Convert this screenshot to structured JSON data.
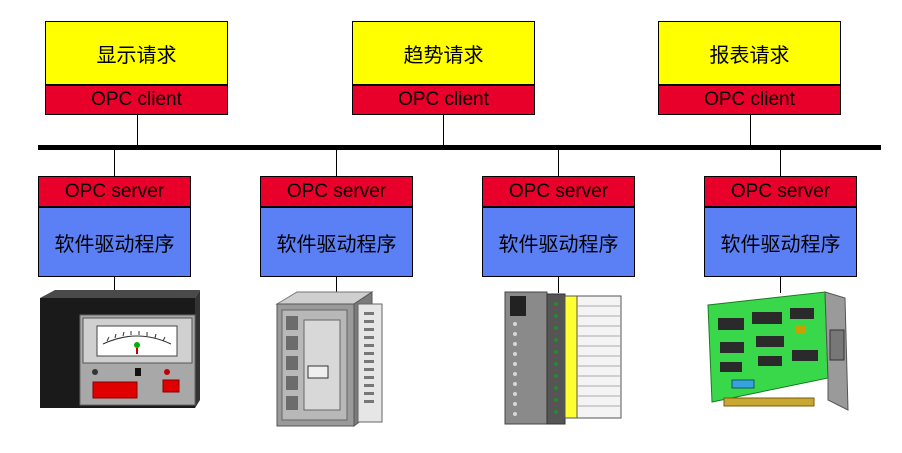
{
  "clients": [
    {
      "request_label": "显示请求",
      "client_label": "OPC client"
    },
    {
      "request_label": "趋势请求",
      "client_label": "OPC client"
    },
    {
      "request_label": "报表请求",
      "client_label": "OPC client"
    }
  ],
  "servers": [
    {
      "server_label": "OPC server",
      "driver_label": "软件驱动程序",
      "device_icon": "panel-meter-icon"
    },
    {
      "server_label": "OPC server",
      "driver_label": "软件驱动程序",
      "device_icon": "plc-rack-icon"
    },
    {
      "server_label": "OPC server",
      "driver_label": "软件驱动程序",
      "device_icon": "io-module-icon"
    },
    {
      "server_label": "OPC server",
      "driver_label": "软件驱动程序",
      "device_icon": "interface-card-icon"
    }
  ],
  "colors": {
    "request": "#ffff00",
    "opc": "#e8002a",
    "driver": "#5b7ff5",
    "bus": "#000000"
  }
}
